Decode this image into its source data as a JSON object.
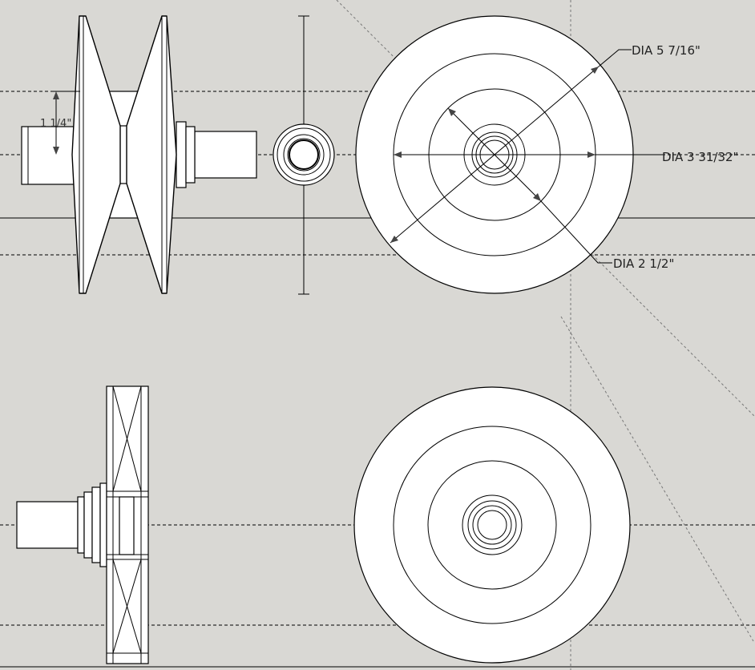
{
  "dimensions": {
    "hub_length": "1 1/4\"",
    "dia_outer": "DIA 5 7/16\"",
    "dia_middle": "DIA 3 31/32\"",
    "dia_inner": "DIA 2 1/2\""
  },
  "colors": {
    "background": "#d9d8d4",
    "line": "#000000",
    "fill": "#ffffff",
    "guide": "#777777"
  }
}
